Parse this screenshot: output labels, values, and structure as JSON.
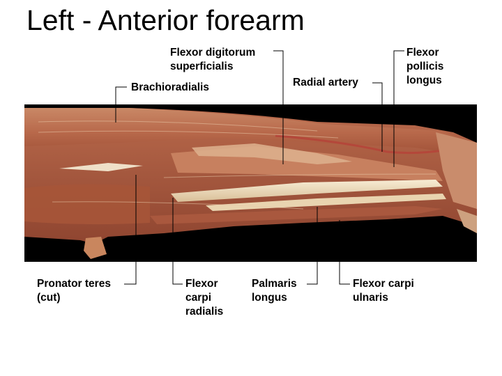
{
  "slide": {
    "title": "Left - Anterior forearm"
  },
  "labels": {
    "flexor_digitorum_superficialis": "Flexor digitorum\nsuperficialis",
    "brachioradialis": "Brachioradialis",
    "radial_artery": "Radial artery",
    "flexor_pollicis_longus": "Flexor\npollicis\nlongus",
    "pronator_teres": "Pronator teres\n(cut)",
    "flexor_carpi_radialis": "Flexor\ncarpi\nradialis",
    "palmaris_longus": "Palmaris\nlongus",
    "flexor_carpi_ulnaris": "Flexor carpi\nulnaris"
  },
  "colors": {
    "background": "#ffffff",
    "photo_background": "#000000",
    "leader_line": "#000000",
    "muscle": "#b5674a",
    "tendon": "#f0e2c4"
  }
}
